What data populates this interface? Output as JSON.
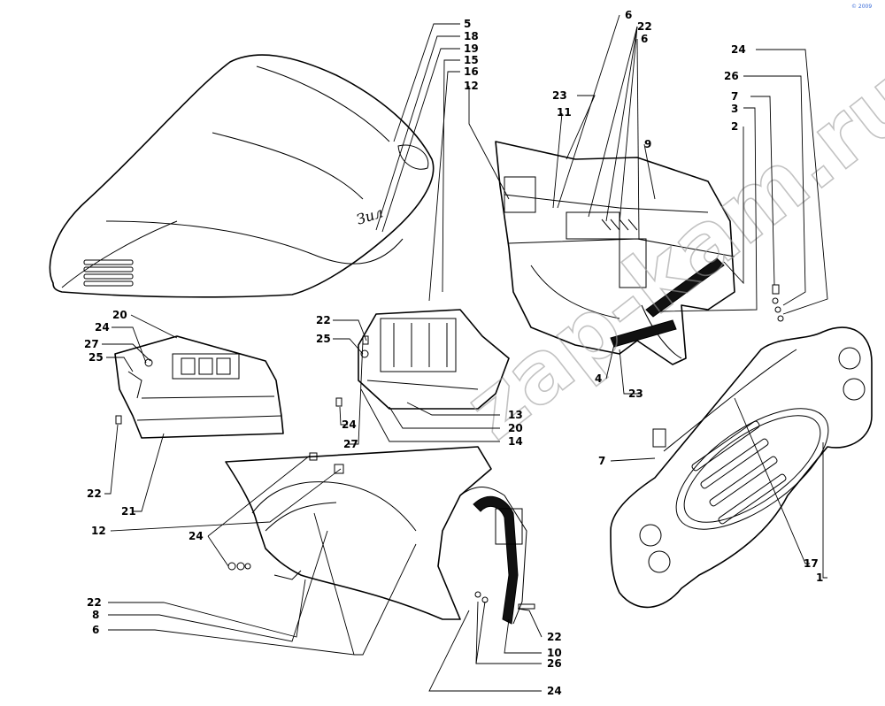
{
  "badge": "Зил",
  "watermark": "zap-kam.ru",
  "corner_mark": "© 2009",
  "labels": {
    "l5": "5",
    "l18": "18",
    "l19": "19",
    "l15": "15",
    "l16": "16",
    "l12a": "12",
    "l6a": "6",
    "l22a": "22",
    "l6b": "6",
    "l23a": "23",
    "l11": "11",
    "l9": "9",
    "l24a": "24",
    "l26a": "26",
    "l7a": "7",
    "l3": "3",
    "l2": "2",
    "l20a": "20",
    "l24b": "24",
    "l27a": "27",
    "l25a": "25",
    "l22b": "22",
    "l25b": "25",
    "l4": "4",
    "l23b": "23",
    "l13": "13",
    "l20b": "20",
    "l24c": "24",
    "l27b": "27",
    "l14": "14",
    "l22c": "22",
    "l21": "21",
    "l12b": "12",
    "l24d": "24",
    "l7b": "7",
    "l17": "17",
    "l1": "1",
    "l22d": "22",
    "l8": "8",
    "l6c": "6",
    "l22e": "22",
    "l10": "10",
    "l26b": "26",
    "l24e": "24"
  }
}
